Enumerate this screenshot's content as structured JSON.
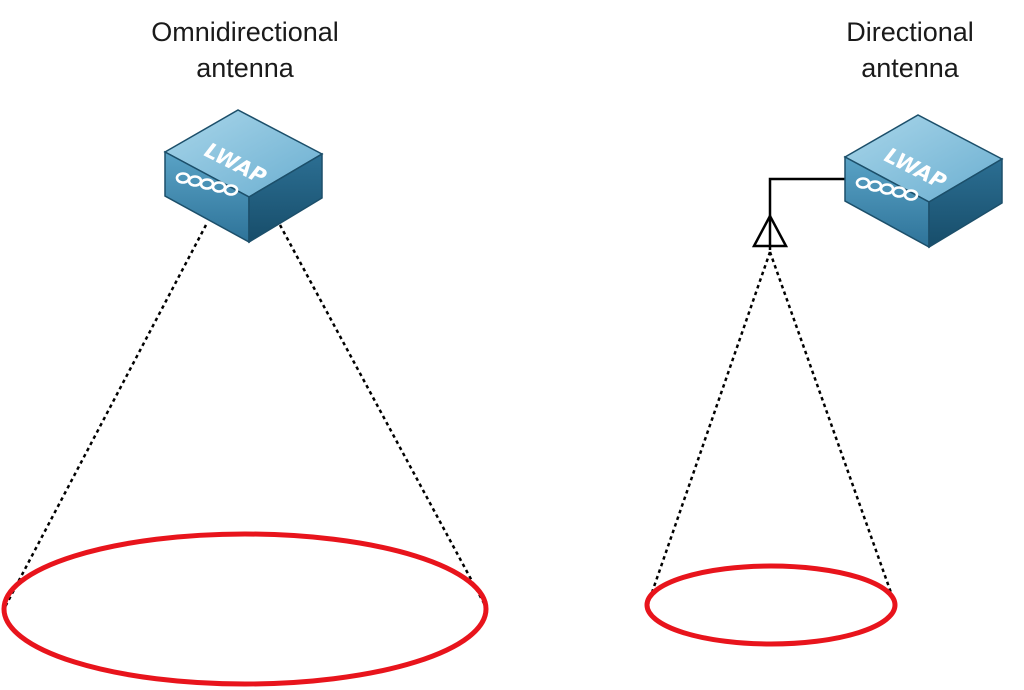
{
  "left_section": {
    "title_line1": "Omnidirectional",
    "title_line2": "antenna",
    "device_label": "LWAP"
  },
  "right_section": {
    "title_line1": "Directional",
    "title_line2": "antenna",
    "device_label": "LWAP"
  },
  "colors": {
    "coverage": "#e8141c",
    "device_top": "#8cc4dc",
    "device_front": "#3c88ac",
    "device_side": "#1f5d7e",
    "beam_line": "#000000"
  }
}
